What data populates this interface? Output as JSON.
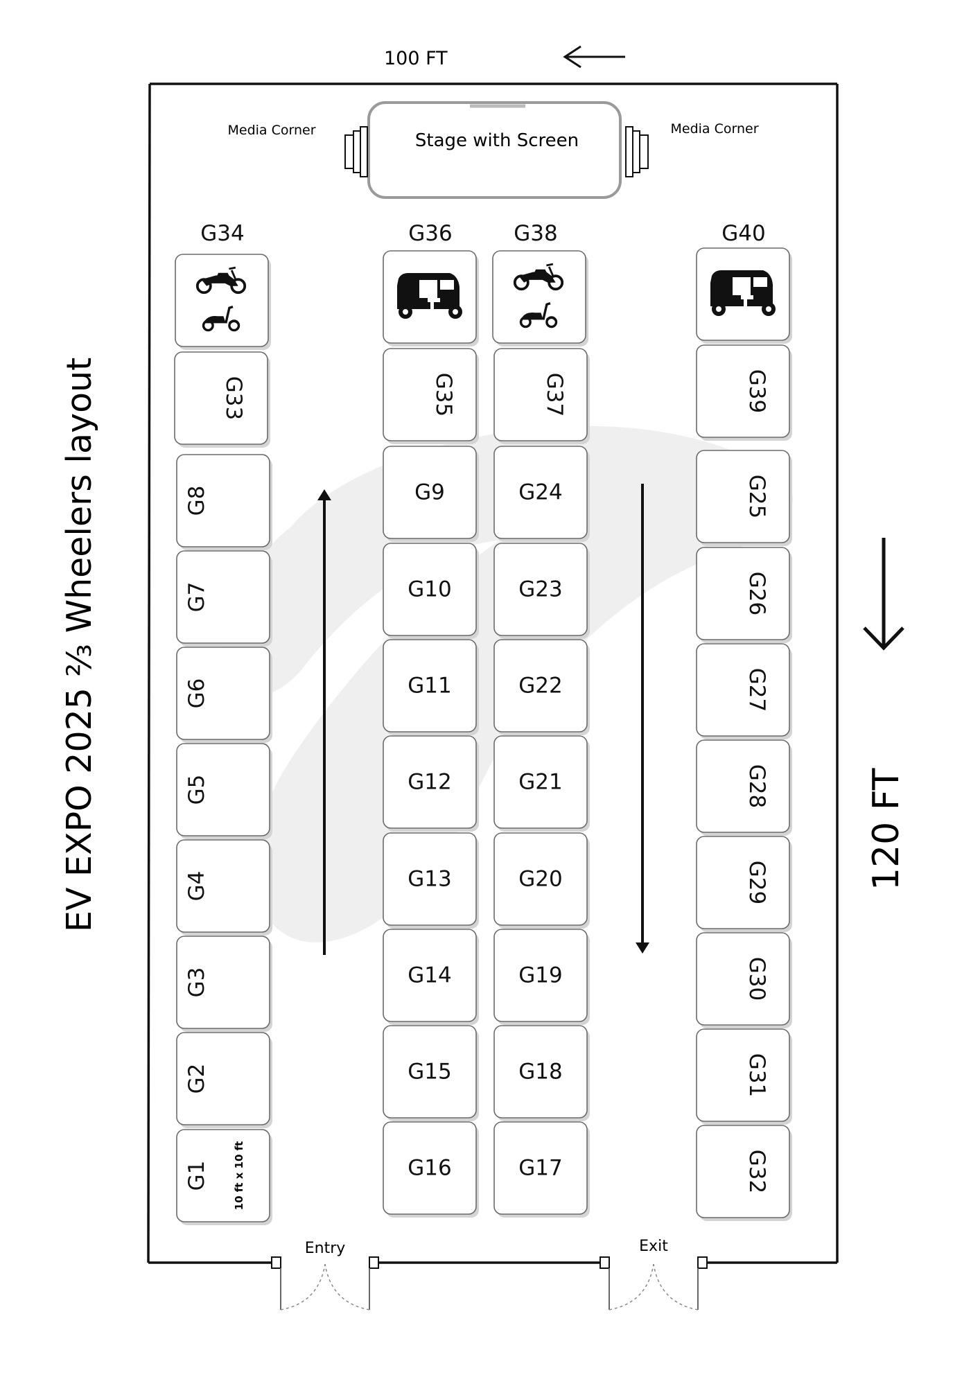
{
  "title": "EV EXPO 2025 ⅔ Wheelers layout",
  "width_label": "100 FT",
  "height_label": "120 FT",
  "stage_label": "Stage with Screen",
  "media_left": "Media Corner",
  "media_right": "Media Corner",
  "entry_label": "Entry",
  "exit_label": "Exit",
  "size_note": "10 ft x 10 ft",
  "headers": [
    "G34",
    "G36",
    "G38",
    "G40"
  ],
  "col_left": [
    "G33",
    "G8",
    "G7",
    "G6",
    "G5",
    "G4",
    "G3",
    "G2",
    "G1"
  ],
  "col_mid1": [
    "G35",
    "G9",
    "G10",
    "G11",
    "G12",
    "G13",
    "G14",
    "G15",
    "G16"
  ],
  "col_mid2": [
    "G37",
    "G24",
    "G23",
    "G22",
    "G21",
    "G20",
    "G19",
    "G18",
    "G17"
  ],
  "col_right": [
    "G39",
    "G25",
    "G26",
    "G27",
    "G28",
    "G29",
    "G30",
    "G31",
    "G32"
  ],
  "vehicle_icons": [
    "motorbike-scooter-icon",
    "auto-rickshaw-icon",
    "motorbike-scooter-icon",
    "auto-rickshaw-icon"
  ],
  "colors": {
    "line": "#111111",
    "booth_border": "#6a6a6a",
    "shadow": "#d4d4d4",
    "watermark": "#eeeeee"
  }
}
